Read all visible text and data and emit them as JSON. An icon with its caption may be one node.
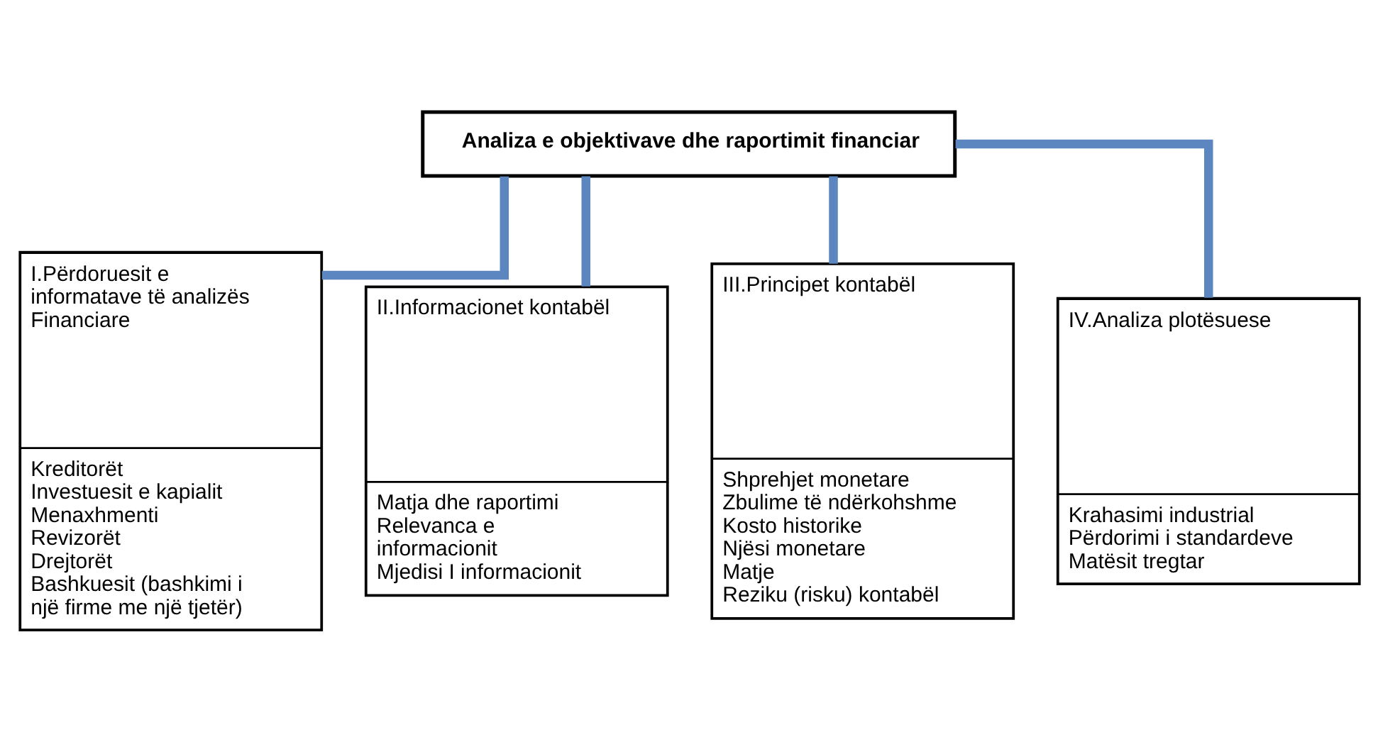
{
  "diagram": {
    "nodes": [
      {
        "text": [
          "Analiza e objektivave dhe raportimit financiar"
        ]
      },
      {
        "text": [
          "I.Përdoruesit e informatave të analizës Financiare",
          "Kreditorët",
          "Investuesit e kapialit",
          "Menaxhmenti",
          "Revizorët",
          "Drejtorët",
          "Bashkuesit (bashkimi i një firme me një tjetër)"
        ]
      },
      {
        "text": [
          "II.Informacionet kontabël",
          "Matja dhe raportimi",
          "Relevanca e informacionit",
          "Mjedisi I informacionit"
        ]
      },
      {
        "text": [
          "III.Principet kontabël",
          "Shprehjet monetare",
          "Zbulime të ndërkohshme",
          "Kosto historike",
          "Njësi monetare",
          "Matje",
          "Reziku (risku) kontabël"
        ]
      },
      {
        "text": [
          "IV.Analiza plotësuese",
          "Krahasimi industrial",
          "Përdorimi i standardeve",
          "Matësit tregtar"
        ]
      }
    ],
    "edges": [
      {
        "from": 0,
        "to": 1,
        "arrow": "none"
      },
      {
        "from": 0,
        "to": 2,
        "arrow": "none"
      },
      {
        "from": 0,
        "to": 3,
        "arrow": "none"
      },
      {
        "from": 0,
        "to": 4,
        "arrow": "none"
      }
    ]
  }
}
